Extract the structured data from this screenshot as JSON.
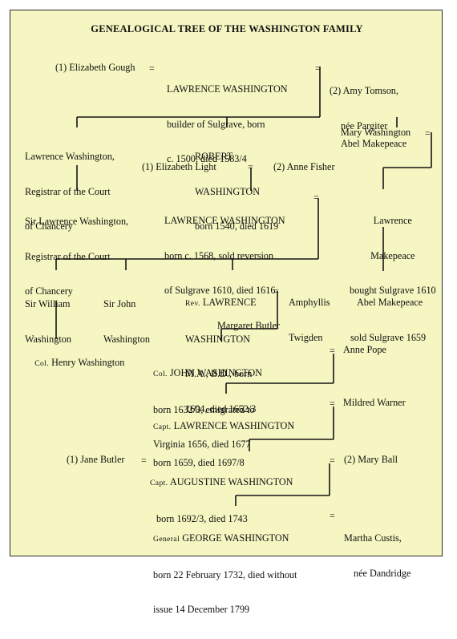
{
  "title": "GENEALOGICAL TREE OF THE WASHINGTON FAMILY",
  "eq_sign": "=",
  "nodes": {
    "elizabeth_gough": "(1) Elizabeth Gough",
    "lawrence_1": {
      "name": "LAWRENCE WASHINGTON",
      "lines": [
        "builder of Sulgrave, born",
        "c. 1500, died 1583/4"
      ]
    },
    "amy_tomson": {
      "name": "(2) Amy Tomson,",
      "line2": "née Pargiter"
    },
    "lawrence_registrar": [
      "Lawrence Washington,",
      "Registrar of the Court",
      "of Chancery"
    ],
    "robert": {
      "name_l1": "ROBERT",
      "name_l2": "WASHINGTON",
      "line": "born 1540, died 1619"
    },
    "mary_washington": "Mary Washington",
    "abel_makepeace_1": "Abel Makepeace",
    "elizabeth_light": "(1) Elizabeth Light",
    "anne_fisher": "(2) Anne Fisher",
    "sir_lawrence_registrar": [
      "Sir Lawrence Washington,",
      "Registrar of the Court",
      "of Chancery"
    ],
    "lawrence_2": {
      "name": "LAWRENCE WASHINGTON",
      "lines": [
        "born c. 1568, sold reversion",
        "of Sulgrave 1610, died 1616",
        "Margaret Butler"
      ]
    },
    "lawrence_makepeace": [
      "Lawrence",
      "Makepeace",
      "bought Sulgrave 1610"
    ],
    "sir_william": [
      "Sir William",
      "Washington"
    ],
    "sir_john": [
      "Sir John",
      "Washington"
    ],
    "rev_lawrence": {
      "title": "Rev.",
      "name_l1": "LAWRENCE",
      "name_l2": "WASHINGTON",
      "lines": [
        "M.A., B.D., born",
        "1604, died 1652/3"
      ]
    },
    "amphyllis": [
      "Amphyllis",
      "Twigden"
    ],
    "abel_makepeace_2": [
      "Abel Makepeace",
      "sold Sulgrave 1659"
    ],
    "col_henry": {
      "title": "Col.",
      "name": "Henry Washington"
    },
    "col_john": {
      "title": "Col.",
      "name": "JOHN WASHINGTON",
      "lines": [
        "born 1632/3, emigrated to",
        "Virginia 1656, died 1677"
      ]
    },
    "anne_pope": "Anne Pope",
    "capt_lawrence": {
      "title": "Capt.",
      "name": "LAWRENCE WASHINGTON",
      "line": "born 1659, died 1697/8"
    },
    "mildred_warner": "Mildred Warner",
    "jane_butler": "(1) Jane Butler",
    "capt_augustine": {
      "title": "Capt.",
      "name": "AUGUSTINE WASHINGTON",
      "line": "born 1692/3, died 1743"
    },
    "mary_ball": "(2) Mary Ball",
    "general_george": {
      "title": "General",
      "name": "GEORGE WASHINGTON",
      "lines": [
        "born 22 February 1732, died without",
        "issue 14 December 1799"
      ]
    },
    "martha_custis": {
      "name": "Martha Custis,",
      "line2": "née Dandridge"
    }
  }
}
